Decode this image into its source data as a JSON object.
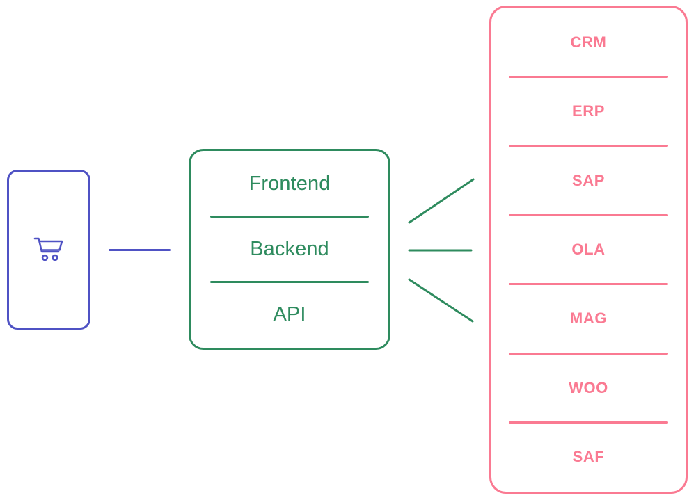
{
  "diagram": {
    "title": "E-commerce architecture integration diagram",
    "colors": {
      "client": "#4F52C4",
      "application": "#2E8B5E",
      "integrations": "#FA7A92",
      "background": "#FFFFFF"
    }
  },
  "client": {
    "name": "mobile-device",
    "icon": "shopping-cart-icon",
    "home_button": "home-button-icon"
  },
  "connectors": {
    "client_to_app": {
      "style": "solid",
      "color": "#4F52C4"
    },
    "app_to_integrations": [
      {
        "name": "frontend-link",
        "style": "diagonal-up",
        "color": "#2E8B5E"
      },
      {
        "name": "backend-link",
        "style": "horizontal",
        "color": "#2E8B5E"
      },
      {
        "name": "api-link",
        "style": "diagonal-down",
        "color": "#2E8B5E"
      }
    ]
  },
  "application": {
    "layers": [
      {
        "label": "Frontend"
      },
      {
        "label": "Backend"
      },
      {
        "label": "API"
      }
    ]
  },
  "integrations": {
    "items": [
      {
        "label": "CRM"
      },
      {
        "label": "ERP"
      },
      {
        "label": "SAP"
      },
      {
        "label": "OLA"
      },
      {
        "label": "MAG"
      },
      {
        "label": "WOO"
      },
      {
        "label": "SAF"
      }
    ]
  }
}
